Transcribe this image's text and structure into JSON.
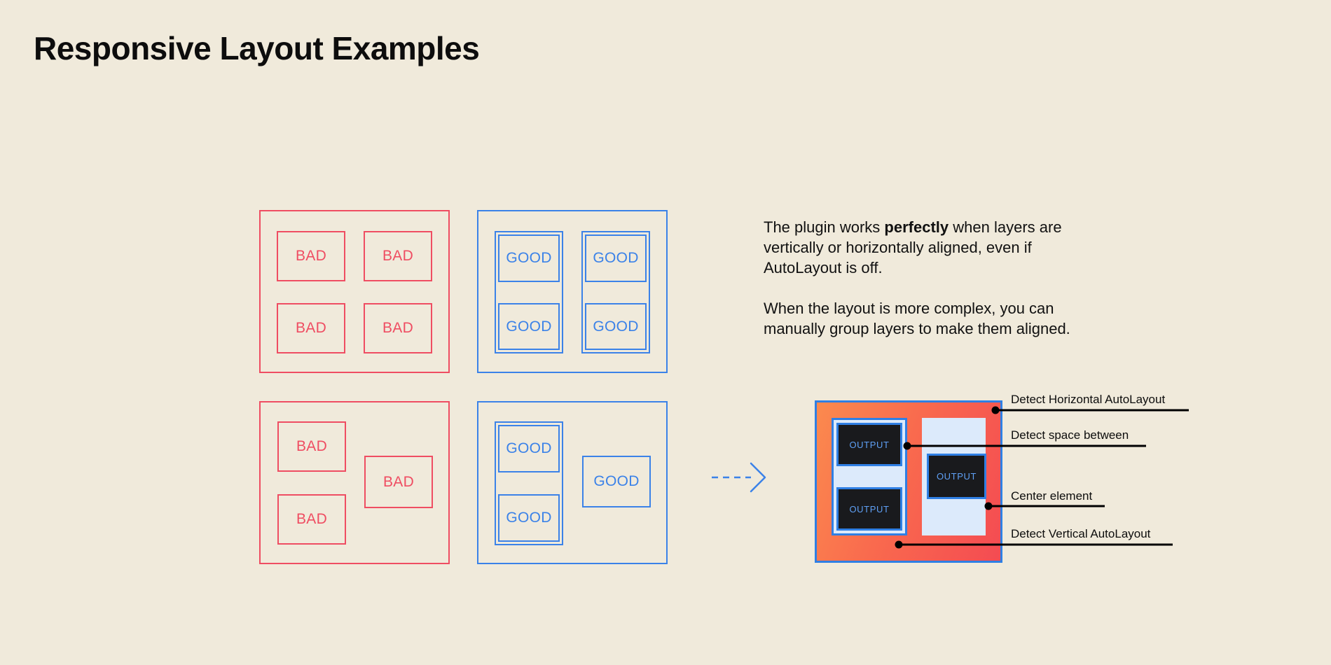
{
  "page": {
    "title": "Responsive Layout Examples",
    "background_color": "#f0eadb",
    "bad_color": "#ef4d62",
    "good_color": "#3b82e8",
    "mockup_accent_color": "#2f7fe4",
    "mockup_gradient_from": "#fb8a4e",
    "mockup_gradient_to": "#f44b52",
    "output_panel_color": "#191a1d",
    "output_text_color": "#5fa0f5"
  },
  "examples": {
    "bad_grid": {
      "kind": "bad",
      "cells": [
        {
          "label": "BAD"
        },
        {
          "label": "BAD"
        },
        {
          "label": "BAD"
        },
        {
          "label": "BAD"
        }
      ]
    },
    "good_grid": {
      "kind": "good",
      "cells": [
        {
          "label": "GOOD"
        },
        {
          "label": "GOOD"
        },
        {
          "label": "GOOD"
        },
        {
          "label": "GOOD"
        }
      ]
    },
    "bad_complex": {
      "kind": "bad",
      "cells": [
        {
          "label": "BAD"
        },
        {
          "label": "BAD"
        },
        {
          "label": "BAD"
        }
      ]
    },
    "good_complex": {
      "kind": "good",
      "cells": [
        {
          "label": "GOOD"
        },
        {
          "label": "GOOD"
        },
        {
          "label": "GOOD"
        }
      ]
    }
  },
  "copy": {
    "paragraph_1_part_1": "The plugin works ",
    "paragraph_1_emphasis": "perfectly",
    "paragraph_1_part_2": " when layers are vertically or horizontally aligned, even if AutoLayout is off.",
    "paragraph_2": "When the layout is more complex, you can manually group layers to make them aligned."
  },
  "arrow": {
    "icon": "dashed-arrow-right-icon"
  },
  "mockup": {
    "outputs": [
      {
        "label": "OUTPUT"
      },
      {
        "label": "OUTPUT"
      },
      {
        "label": "OUTPUT"
      }
    ]
  },
  "callouts": [
    {
      "label": "Detect Horizontal AutoLayout"
    },
    {
      "label": "Detect space between"
    },
    {
      "label": "Center element"
    },
    {
      "label": "Detect Vertical AutoLayout"
    }
  ]
}
